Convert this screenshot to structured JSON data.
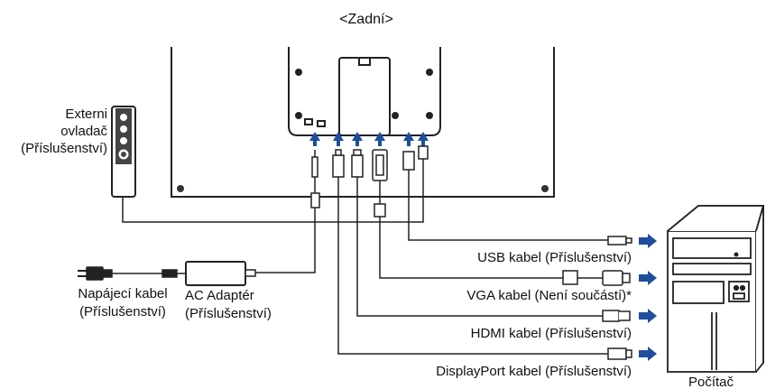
{
  "header": {
    "title": "<Zadní>"
  },
  "controller": {
    "line1": "Externi",
    "line2": "ovladač",
    "line3": "(Příslušenství)"
  },
  "power": {
    "cord_line1": "Napájecí kabel",
    "cord_line2": "(Příslušenství)",
    "adapter_line1": "AC Adaptér",
    "adapter_line2": "(Příslušenství)"
  },
  "cables": {
    "usb": "USB kabel (Příslušenství)",
    "vga": "VGA kabel (Není součástí)*",
    "hdmi": "HDMI kabel (Příslušenství)",
    "displayport": "DisplayPort kabel (Příslušenství)"
  },
  "computer": {
    "label": "Počítač"
  },
  "colors": {
    "arrow": "#1f4e9c",
    "line": "#222222"
  }
}
